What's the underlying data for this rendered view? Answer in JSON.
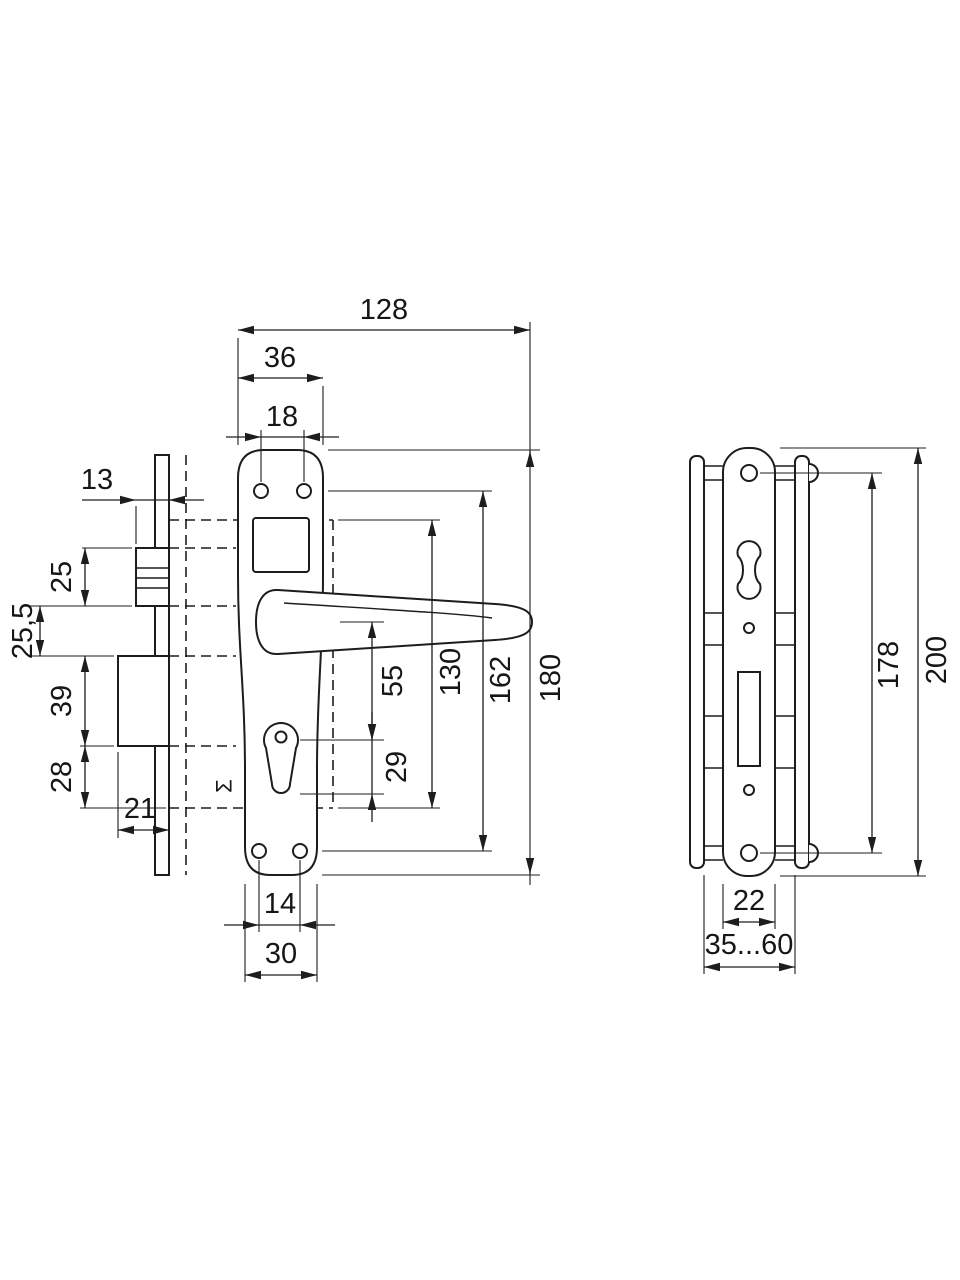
{
  "dimensions": {
    "front_view": {
      "overall_length": "128",
      "plate_width": "36",
      "top_hole_spacing": "18",
      "latch_projection": "13",
      "latch_height": "25",
      "latch_to_bolt_gap": "25,5",
      "bolt_height": "39",
      "bolt_to_case_bottom": "28",
      "bolt_projection": "21",
      "handle_to_cylinder": "55",
      "cylinder_height": "29",
      "case_height": "130",
      "screw_spacing": "162",
      "plate_height": "180",
      "bottom_hole_spacing": "14",
      "plate_bottom_width": "30"
    },
    "side_view": {
      "overall_height": "200",
      "screw_spacing": "178",
      "faceplate_width": "22",
      "door_thickness_range": "35...60"
    }
  },
  "marks": {
    "maker_mark": "Σ"
  }
}
